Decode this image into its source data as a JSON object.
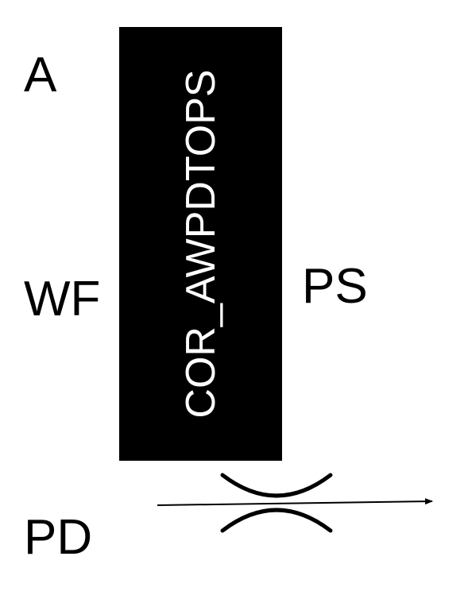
{
  "labels": {
    "a": "A",
    "wf": "WF",
    "ps": "PS",
    "pd": "PD"
  },
  "box": {
    "text": "COR_AWPDTOPS",
    "fill": "#000000",
    "text_color": "#ffffff"
  },
  "arrow": {
    "icon": "arrow-right-icon"
  },
  "constriction": {
    "icon": "constriction-symbol-icon"
  }
}
